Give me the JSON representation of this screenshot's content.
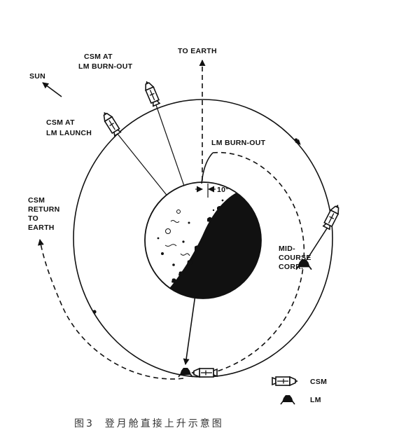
{
  "labels": {
    "sun": "SUN",
    "to_earth": "TO EARTH",
    "csm_at_lm_burnout": [
      "CSM AT",
      "LM BURN-OUT"
    ],
    "csm_at_lm_launch": [
      "CSM AT",
      "LM LAUNCH"
    ],
    "lm_burnout": "LM BURN-OUT",
    "angle": "10°",
    "csm_return": [
      "CSM",
      "RETURN",
      "TO",
      "EARTH"
    ],
    "midcourse": [
      "MID-",
      "COURSE",
      "CORR."
    ]
  },
  "legend": {
    "csm": "CSM",
    "lm": "LM"
  },
  "caption": "图3  登月舱直接上升示意图",
  "icons": {
    "csm": "csm-icon",
    "lm": "lm-icon"
  },
  "colors": {
    "ink": "#111111",
    "background": "#ffffff"
  }
}
